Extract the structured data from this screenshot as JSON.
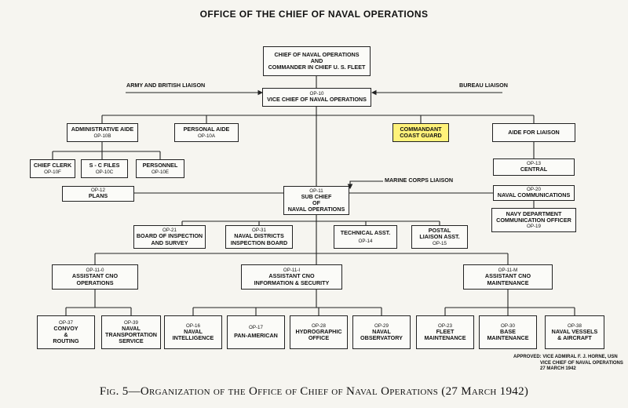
{
  "title": "OFFICE OF THE CHIEF OF NAVAL OPERATIONS",
  "top_box": {
    "line1": "CHIEF OF NAVAL OPERATIONS",
    "line2": "AND",
    "line3": "COMMANDER IN CHIEF U. S. FLEET"
  },
  "liaison_labels": {
    "army": "ARMY AND BRITISH LIAISON",
    "bureau": "BUREAU LIAISON",
    "marine": "MARINE CORPS LIAISON"
  },
  "vice_chief": {
    "code": "OP-10",
    "name": "VICE CHIEF OF NAVAL OPERATIONS"
  },
  "admin_aide": {
    "name": "ADMINISTRATIVE AIDE",
    "code": "OP-10B"
  },
  "personal_aide": {
    "name": "PERSONAL AIDE",
    "code": "OP-10A"
  },
  "coast_guard": {
    "line1": "COMMANDANT",
    "line2": "COAST GUARD",
    "highlight_color": "#fff27a"
  },
  "aide_liaison": {
    "name": "AIDE FOR LIAISON"
  },
  "chief_clerk": {
    "name": "CHIEF CLERK",
    "code": "OP-10F"
  },
  "sc_files": {
    "name": "S - C FILES",
    "code": "OP-10C"
  },
  "personnel": {
    "name": "PERSONNEL",
    "code": "OP-10E"
  },
  "central": {
    "code": "OP-13",
    "name": "CENTRAL"
  },
  "plans": {
    "code": "OP-12",
    "name": "PLANS"
  },
  "sub_chief": {
    "code": "OP-11",
    "line1": "SUB CHIEF",
    "line2": "OF",
    "line3": "NAVAL OPERATIONS"
  },
  "naval_comm": {
    "code": "OP-20",
    "name": "NAVAL COMMUNICATIONS"
  },
  "navy_dept_comm": {
    "line1": "NAVY DEPARTMENT",
    "line2": "COMMUNICATION OFFICER",
    "code": "OP-19"
  },
  "op21": {
    "code": "OP-21",
    "line1": "BOARD OF INSPECTION",
    "line2": "AND SURVEY"
  },
  "op31": {
    "code": "OP-31",
    "line1": "NAVAL DISTRICTS",
    "line2": "INSPECTION BOARD"
  },
  "op14": {
    "name": "TECHNICAL ASST.",
    "code": "OP-14"
  },
  "op15": {
    "line1": "POSTAL",
    "line2": "LIAISON ASST.",
    "code": "OP-15"
  },
  "cno_ops": {
    "code": "OP-11-0",
    "line1": "ASSISTANT CNO",
    "line2": "OPERATIONS"
  },
  "cno_info": {
    "code": "OP-11-I",
    "line1": "ASSISTANT CNO",
    "line2": "INFORMATION & SECURITY"
  },
  "cno_maint": {
    "code": "OP-11-M",
    "line1": "ASSISTANT CNO",
    "line2": "MAINTENANCE"
  },
  "op37": {
    "code": "OP-37",
    "line1": "CONVOY",
    "line2": "&",
    "line3": "ROUTING"
  },
  "op39": {
    "code": "OP-39",
    "line1": "NAVAL",
    "line2": "TRANSPORTATION",
    "line3": "SERVICE"
  },
  "op16": {
    "code": "OP-16",
    "line1": "NAVAL",
    "line2": "INTELLIGENCE"
  },
  "op17": {
    "code": "OP-17",
    "name": "PAN-AMERICAN"
  },
  "op28": {
    "code": "OP-28",
    "line1": "HYDROGRAPHIC",
    "line2": "OFFICE"
  },
  "op29": {
    "code": "OP-29",
    "line1": "NAVAL",
    "line2": "OBSERVATORY"
  },
  "op23": {
    "code": "OP-23",
    "line1": "FLEET",
    "line2": "MAINTENANCE"
  },
  "op30": {
    "code": "OP-30",
    "line1": "BASE",
    "line2": "MAINTENANCE"
  },
  "op38": {
    "code": "OP-38",
    "line1": "NAVAL VESSELS",
    "line2": "& AIRCRAFT"
  },
  "approved": {
    "line1": "APPROVED: VICE ADMIRAL F. J. HORNE, USN",
    "line2": "VICE CHIEF OF NAVAL OPERATIONS",
    "line3": "27 MARCH 1942"
  },
  "caption": "Fig. 5—Organization of the Office of Chief of Naval Operations (27 March 1942)"
}
